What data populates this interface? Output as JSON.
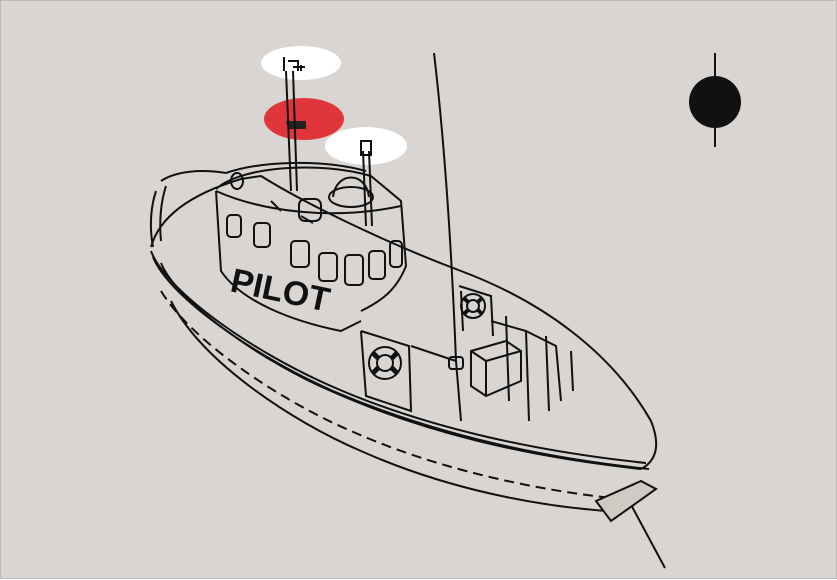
{
  "vessel": {
    "hull_text": "PILOT"
  },
  "lights": [
    {
      "name": "masthead-white",
      "color": "#ffffff"
    },
    {
      "name": "masthead-red",
      "color": "#e0353a"
    },
    {
      "name": "forward-white",
      "color": "#ffffff"
    }
  ],
  "day_shape": {
    "shape": "ball",
    "color": "#111111"
  },
  "colors": {
    "background": "#d8d5d2",
    "line": "#111111"
  }
}
